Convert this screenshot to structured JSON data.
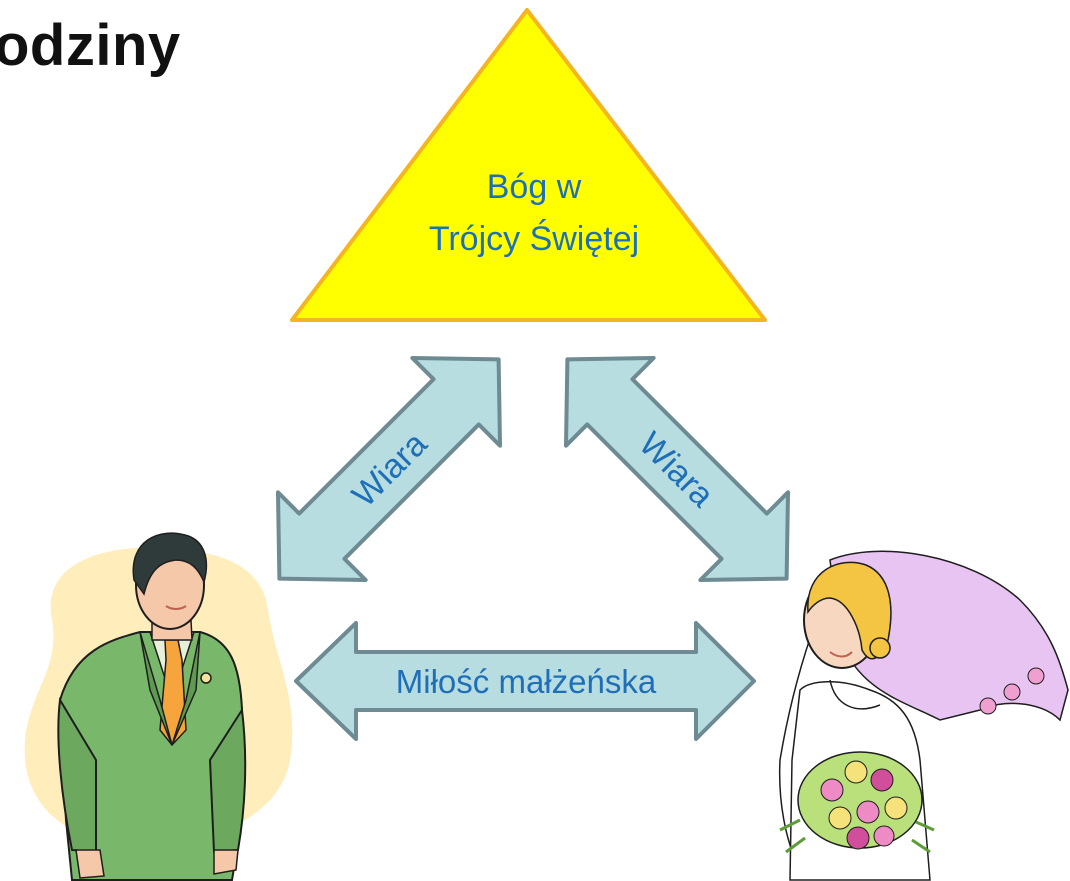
{
  "slide": {
    "title_fragment": "odziny"
  },
  "diagram": {
    "top_node": {
      "line1": "Bóg w",
      "line2": "Trójcy Świętej",
      "fill_color": "#ffff00",
      "stroke_color": "#f4b51e"
    },
    "left_arrow": {
      "label": "Wiara"
    },
    "right_arrow": {
      "label": "Wiara"
    },
    "bottom_arrow": {
      "label": "Miłość małżeńska"
    },
    "arrow_fill_color": "#b7dde1",
    "arrow_stroke_color": "#6e8a92",
    "label_color": "#1f6fb8"
  },
  "figures": {
    "left": {
      "icon": "groom-clipart-icon"
    },
    "right": {
      "icon": "bride-clipart-icon"
    }
  }
}
